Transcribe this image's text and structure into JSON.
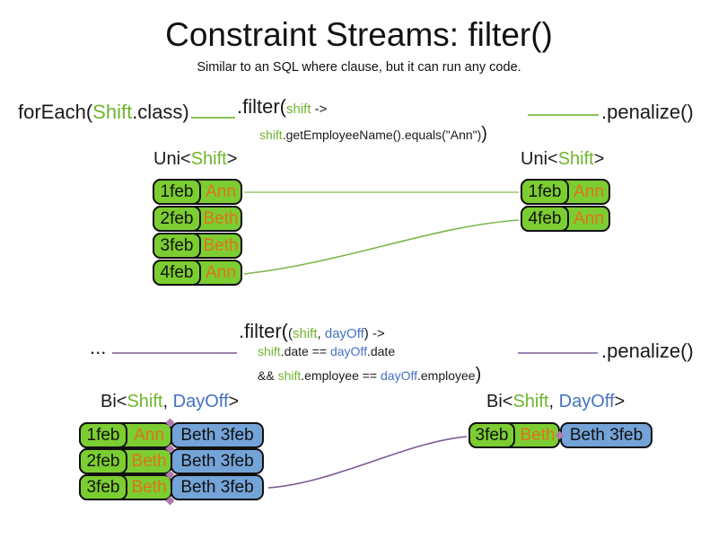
{
  "title": "Constraint Streams: filter()",
  "subtitle": "Similar to an SQL where clause, but it can run any code.",
  "colors": {
    "shift_green_fill": "#7ccd31",
    "dayoff_blue_fill": "#74a3d8",
    "code_green_text": "#6fb52c",
    "code_blue_text": "#4472c4",
    "employee_orange_text": "#e0731c",
    "connector_green": "#8bc158",
    "connector_purple": "#7d5a96",
    "join_diamond_purple": "#b279ae"
  },
  "code_top": {
    "foreach_tokens": [
      {
        "text": "forEach(",
        "cls": "plain",
        "name": "code-token"
      },
      {
        "text": "Shift",
        "cls": "green",
        "name": "code-token"
      },
      {
        "text": ".class)",
        "cls": "plain",
        "name": "code-token"
      }
    ],
    "filter_line1_tokens": [
      {
        "text": ".filter(",
        "cls": "plain",
        "name": "code-token"
      },
      {
        "text": "shift",
        "cls": "green small",
        "name": "code-token"
      },
      {
        "text": " ->",
        "cls": "plain small",
        "name": "code-token"
      }
    ],
    "filter_line2_tokens": [
      {
        "text": "shift",
        "cls": "green",
        "name": "code-token"
      },
      {
        "text": ".getEmployeeName().equals(\"Ann\")",
        "cls": "plain",
        "name": "code-token"
      },
      {
        "text": ")",
        "cls": "plain large",
        "name": "code-token"
      }
    ],
    "penalize": ".penalize()"
  },
  "code_mid": {
    "ellipsis": "...",
    "filter_line1_tokens": [
      {
        "text": ".filter(",
        "cls": "plain",
        "name": "code-token"
      },
      {
        "text": "(",
        "cls": "plain small",
        "name": "code-token"
      },
      {
        "text": "shift",
        "cls": "green small",
        "name": "code-token"
      },
      {
        "text": ", ",
        "cls": "plain small",
        "name": "code-token"
      },
      {
        "text": "dayOff",
        "cls": "blue small",
        "name": "code-token"
      },
      {
        "text": ")",
        "cls": "plain small",
        "name": "code-token"
      },
      {
        "text": " ->",
        "cls": "plain small",
        "name": "code-token"
      }
    ],
    "filter_line2_tokens": [
      {
        "text": "shift",
        "cls": "green",
        "name": "code-token"
      },
      {
        "text": ".date == ",
        "cls": "plain",
        "name": "code-token"
      },
      {
        "text": "dayOff",
        "cls": "blue",
        "name": "code-token"
      },
      {
        "text": ".date",
        "cls": "plain",
        "name": "code-token"
      }
    ],
    "filter_line3_tokens": [
      {
        "text": "&& ",
        "cls": "plain",
        "name": "code-token"
      },
      {
        "text": "shift",
        "cls": "green",
        "name": "code-token"
      },
      {
        "text": ".employee == ",
        "cls": "plain",
        "name": "code-token"
      },
      {
        "text": "dayOff",
        "cls": "blue",
        "name": "code-token"
      },
      {
        "text": ".employee",
        "cls": "plain",
        "name": "code-token"
      },
      {
        "text": ")",
        "cls": "plain large",
        "name": "code-token"
      }
    ],
    "penalize": ".penalize()"
  },
  "uni_left": {
    "header_tokens": [
      {
        "text": "Uni<",
        "cls": "plain",
        "name": "type-token"
      },
      {
        "text": "Shift",
        "cls": "green",
        "name": "type-token"
      },
      {
        "text": ">",
        "cls": "plain",
        "name": "type-token"
      }
    ],
    "rows": [
      {
        "date": "1feb",
        "name": "Ann"
      },
      {
        "date": "2feb",
        "name": "Beth"
      },
      {
        "date": "3feb",
        "name": "Beth"
      },
      {
        "date": "4feb",
        "name": "Ann"
      }
    ]
  },
  "uni_right": {
    "header_tokens": [
      {
        "text": "Uni<",
        "cls": "plain",
        "name": "type-token"
      },
      {
        "text": "Shift",
        "cls": "green",
        "name": "type-token"
      },
      {
        "text": ">",
        "cls": "plain",
        "name": "type-token"
      }
    ],
    "rows": [
      {
        "date": "1feb",
        "name": "Ann"
      },
      {
        "date": "4feb",
        "name": "Ann"
      }
    ]
  },
  "bi_left": {
    "header_tokens": [
      {
        "text": "Bi<",
        "cls": "plain",
        "name": "type-token"
      },
      {
        "text": "Shift",
        "cls": "green",
        "name": "type-token"
      },
      {
        "text": ", ",
        "cls": "plain",
        "name": "type-token"
      },
      {
        "text": "DayOff",
        "cls": "blue",
        "name": "type-token"
      },
      {
        "text": ">",
        "cls": "plain",
        "name": "type-token"
      }
    ],
    "rows": [
      {
        "date": "1feb",
        "name": "Ann",
        "dayoff": "Beth 3feb"
      },
      {
        "date": "2feb",
        "name": "Beth",
        "dayoff": "Beth 3feb"
      },
      {
        "date": "3feb",
        "name": "Beth",
        "dayoff": "Beth 3feb"
      }
    ]
  },
  "bi_right": {
    "header_tokens": [
      {
        "text": "Bi<",
        "cls": "plain",
        "name": "type-token"
      },
      {
        "text": "Shift",
        "cls": "green",
        "name": "type-token"
      },
      {
        "text": ", ",
        "cls": "plain",
        "name": "type-token"
      },
      {
        "text": "DayOff",
        "cls": "blue",
        "name": "type-token"
      },
      {
        "text": ">",
        "cls": "plain",
        "name": "type-token"
      }
    ],
    "rows": [
      {
        "date": "3feb",
        "name": "Beth",
        "dayoff": "Beth 3feb"
      }
    ]
  }
}
